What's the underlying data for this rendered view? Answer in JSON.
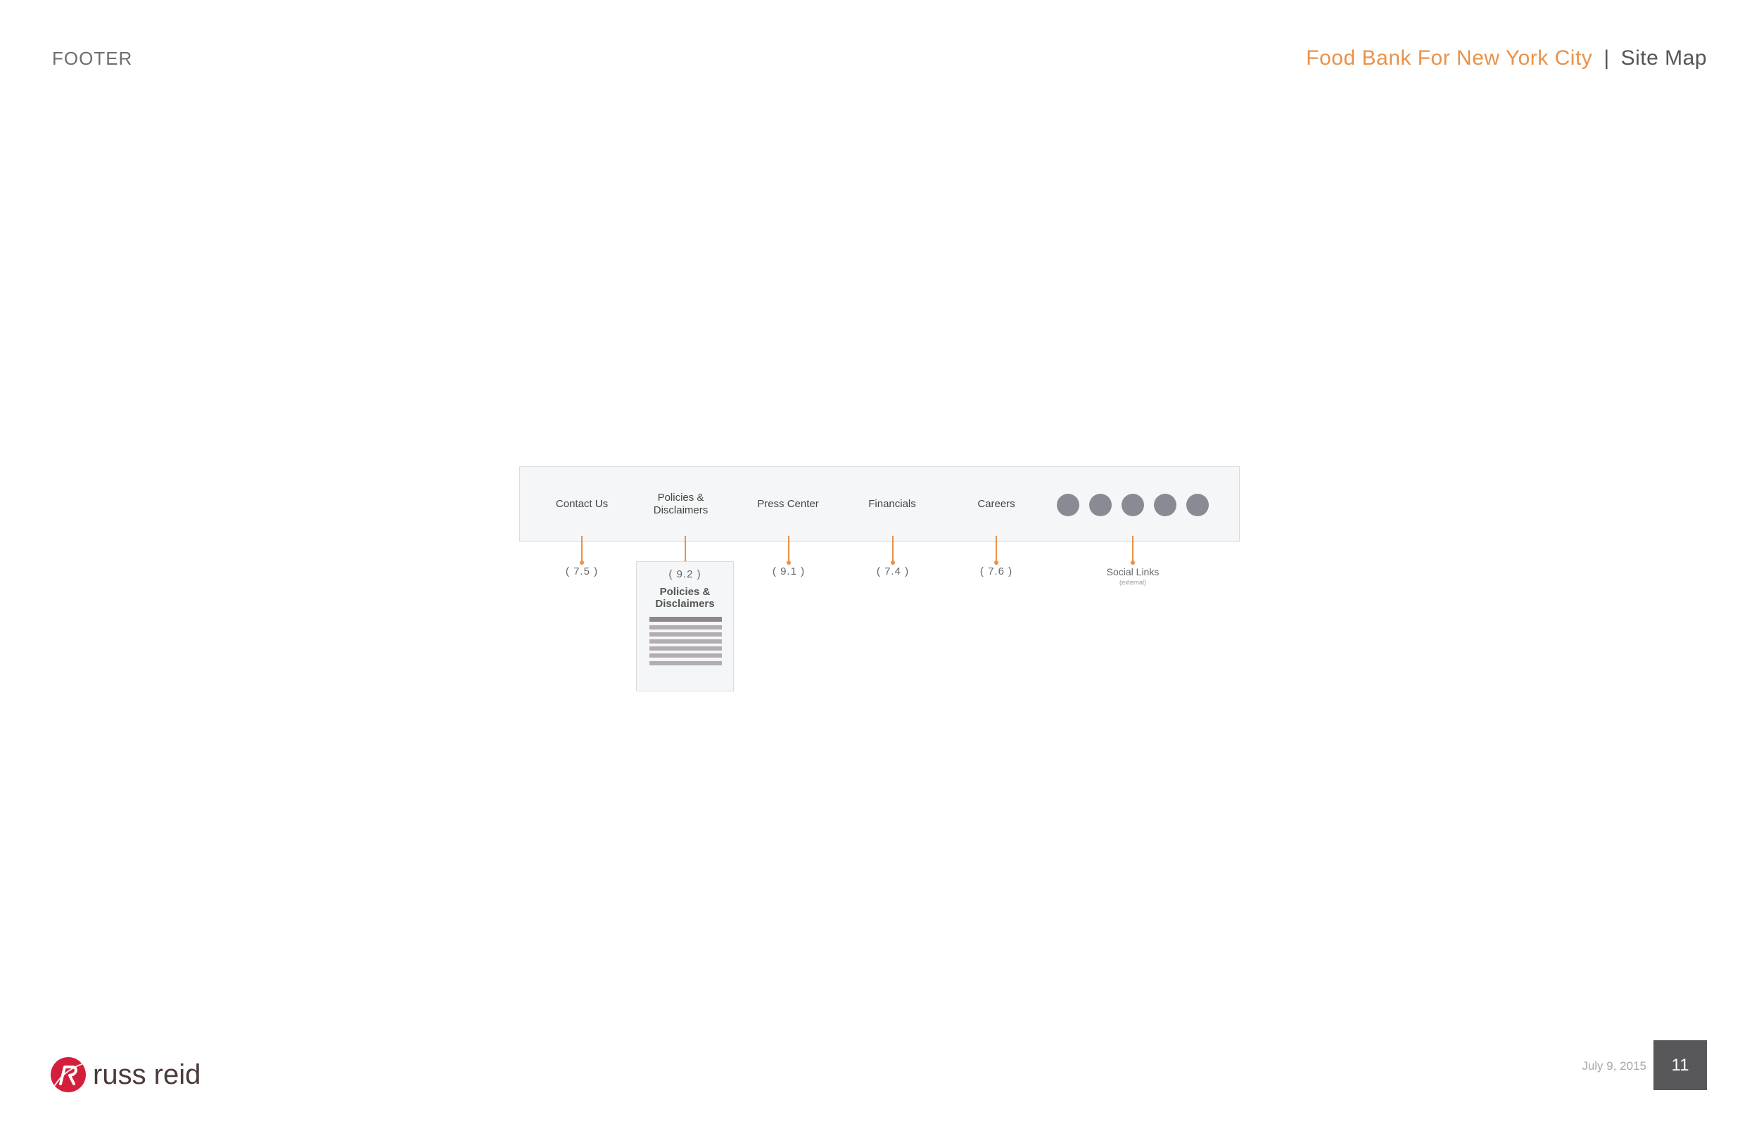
{
  "header": {
    "section": "FOOTER",
    "client": "Food Bank For New York City",
    "separator": "|",
    "page_kind": "Site Map"
  },
  "footer_bar": {
    "links": [
      {
        "label": "Contact Us",
        "ref": "( 7.5 )"
      },
      {
        "label": "Policies & Disclaimers",
        "ref": "( 9.2 )"
      },
      {
        "label": "Press Center",
        "ref": "( 9.1 )"
      },
      {
        "label": "Financials",
        "ref": "( 7.4 )"
      },
      {
        "label": "Careers",
        "ref": "( 7.6 )"
      }
    ],
    "social_icon_count": 5,
    "social": {
      "label": "Social Links",
      "note": "(external)"
    }
  },
  "policies_page": {
    "ref": "( 9.2 )",
    "title": "Policies & Disclaimers",
    "line_count": 7
  },
  "bottom": {
    "logo_text": "russ reid",
    "date": "July 9, 2015",
    "page_number": "11"
  },
  "colors": {
    "accent": "#e8924a",
    "logo_red": "#d41f3c",
    "social_icon": "#8a8a94",
    "page_number_bg": "#58585a"
  }
}
